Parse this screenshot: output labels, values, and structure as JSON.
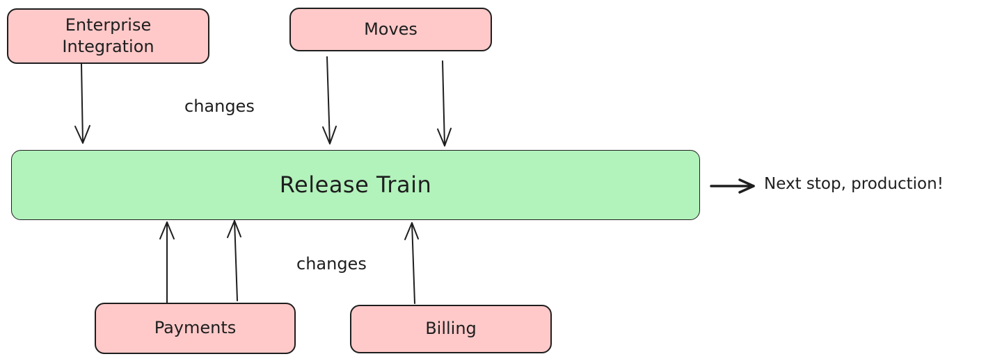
{
  "diagram": {
    "teams": {
      "enterprise_integration": "Enterprise Integration",
      "moves": "Moves",
      "payments": "Payments",
      "billing": "Billing"
    },
    "release_train": "Release Train",
    "edge_labels": {
      "changes_top": "changes",
      "changes_bottom": "changes"
    },
    "destination": "Next stop, production!"
  },
  "colors": {
    "team_fill": "#ffc9c9",
    "train_fill": "#b2f2bb",
    "stroke": "#1e1e1e"
  }
}
